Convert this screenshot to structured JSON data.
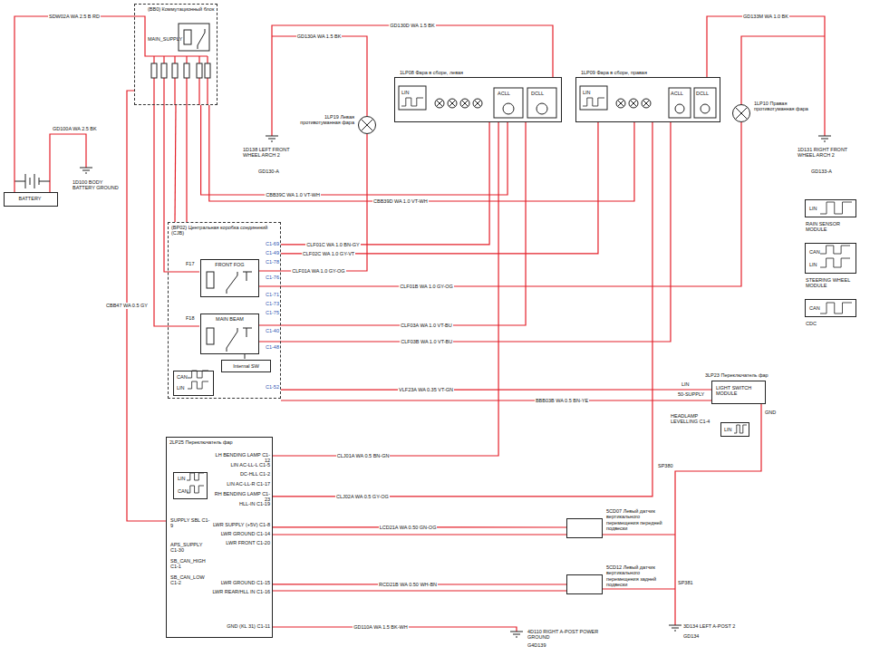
{
  "diagram": {
    "nodes": [
      {
        "text": [
          "BATTERY"
        ]
      },
      {
        "text": [
          "(BB0) Коммутационный блок"
        ]
      },
      {
        "text": [
          "(BP02) Центральная коробка соединений (CJB)"
        ]
      },
      {
        "text": [
          "FRONT FOG"
        ],
        "in": 2
      },
      {
        "text": [
          "MAIN BEAM"
        ],
        "in": 2
      },
      {
        "text": [
          "Internal SW"
        ],
        "in": 2
      },
      {
        "text": [
          "CAN",
          "LIN"
        ],
        "in": 2
      },
      {
        "text": [
          "1LP08 Фара в сборе, левая",
          "LIN",
          "ACLL",
          "DCLL"
        ]
      },
      {
        "text": [
          "1LP09 Фара в сборе, правая",
          "LIN",
          "ACLL",
          "DCLL"
        ]
      },
      {
        "text": [
          "1LP19 Левая противотуманная фара"
        ]
      },
      {
        "text": [
          "1LP10 Правая противотуманная фара"
        ]
      },
      {
        "text": [
          "3LP23 Переключатель фар",
          "LIGHT SWITCH MODULE"
        ]
      },
      {
        "text": [
          "LIN"
        ]
      },
      {
        "text": [
          "2LP25 Переключатель фар"
        ]
      },
      {
        "text": [
          "LIN",
          "CAN"
        ],
        "in": 13
      },
      {
        "text": [
          "5CD07 Левый датчик вертикального перемещения передней подвески"
        ]
      },
      {
        "text": [
          "5CD12 Левый датчик вертикального перемещения задней подвески"
        ]
      },
      {
        "text": [
          "LIN",
          "RAIN SENSOR MODULE"
        ]
      },
      {
        "text": [
          "CAN",
          "LIN",
          "STEERING WHEEL MODULE"
        ]
      },
      {
        "text": [
          "CAN",
          "CDC"
        ]
      }
    ],
    "edges": [
      {
        "from": 0,
        "to": 1,
        "arrow": "none",
        "label": "SDW02A WA 2.5 B RD"
      },
      {
        "from": 1,
        "to": 2,
        "arrow": "none"
      },
      {
        "from": 1,
        "to": 7,
        "arrow": "none",
        "label": "CBB39C WA 1.0 VT-WH"
      },
      {
        "from": 1,
        "to": 8,
        "arrow": "none",
        "label": "CBB39D WA 1.0 VT-WH"
      },
      {
        "from": 2,
        "to": 7,
        "arrow": "none",
        "label": "CLF01C WA 1.0 BN-GY"
      },
      {
        "from": 2,
        "to": 8,
        "arrow": "none",
        "label": "CLF02C WA 1.0 GY-VT"
      },
      {
        "from": 3,
        "to": 9,
        "arrow": "none",
        "label": "CLF01A WA 1.0 GY-OG"
      },
      {
        "from": 3,
        "to": 10,
        "arrow": "none",
        "label": "CLF01B WA 1.0 GY-OG"
      },
      {
        "from": 4,
        "to": 7,
        "arrow": "none",
        "label": "CLF03A WA 1.0 VT-BU"
      },
      {
        "from": 4,
        "to": 8,
        "arrow": "none",
        "label": "CLF03B WA 1.0 VT-BU"
      },
      {
        "from": 2,
        "to": 11,
        "arrow": "none",
        "label": "VLF23A WA 0.35 VT-GN"
      },
      {
        "from": 1,
        "to": 13,
        "arrow": "none",
        "label": "CBB47 WA 0.5 GY"
      },
      {
        "from": 13,
        "to": 7,
        "arrow": "none",
        "label": "CLJ01A WA 0.5 BN-GN"
      },
      {
        "from": 13,
        "to": 8,
        "arrow": "none",
        "label": "CLJ02A WA 0.5 GY-OG"
      },
      {
        "from": 13,
        "to": 15,
        "arrow": "none",
        "label": "LCD21A WA 0.50 GN-OG"
      },
      {
        "from": 13,
        "to": 16,
        "arrow": "none",
        "label": "RCD21B WA 0.50 WH-BN"
      }
    ],
    "labels": [
      "MAIN_SUPPLY",
      "F17",
      "F18",
      "C1-69",
      "C1-49",
      "C1-78",
      "C1-76",
      "C1-71",
      "C1-73",
      "C1-75",
      "C1-40",
      "C1-48",
      "C1-52",
      "GD100A WA 2.5 BK",
      "1D100 BODY BATTERY GROUND",
      "1D138 LEFT FRONT WHEEL ARCH 2",
      "GD130-A",
      "1D131 RIGHT FRONT WHEEL ARCH 2",
      "GD133-A",
      "GD130A WA 1.5 BK",
      "GD130D WA 1.5 BK",
      "GD133M WA 1.0 BK",
      "LIN",
      "50-SUPPLY",
      "HEADLAMP LEVELLING C1-4",
      "GND",
      "BBB03B WA 0.5 BN-YE",
      "LH BENDING LAMP C1-12",
      "LIN AC-LL-L C1-5",
      "DC-HLL C1-2",
      "LIN AC-LL-R C1-17",
      "RH BENDING LAMP C1-23",
      "HLL-IN C1-19",
      "LWR SUPPLY (+5V) C1-8",
      "LWR GROUND C1-14",
      "LWR FRONT C1-20",
      "LWR GROUND C1-15",
      "LWR REAR/HLL IN C1-16",
      "GND (KL 31) C1-11",
      "SUPPLY SBL C1-9",
      "APS_SUPPLY C1-30",
      "SB_CAN_HIGH C1-1",
      "SB_CAN_LOW C1-2",
      "GD110A WA 1.5 BK-WH",
      "4D110 RIGHT A-POST POWER GROUND",
      "G4D139",
      "SP380",
      "SP381",
      "3D134 LEFT A-POST 2",
      "GD134"
    ]
  }
}
